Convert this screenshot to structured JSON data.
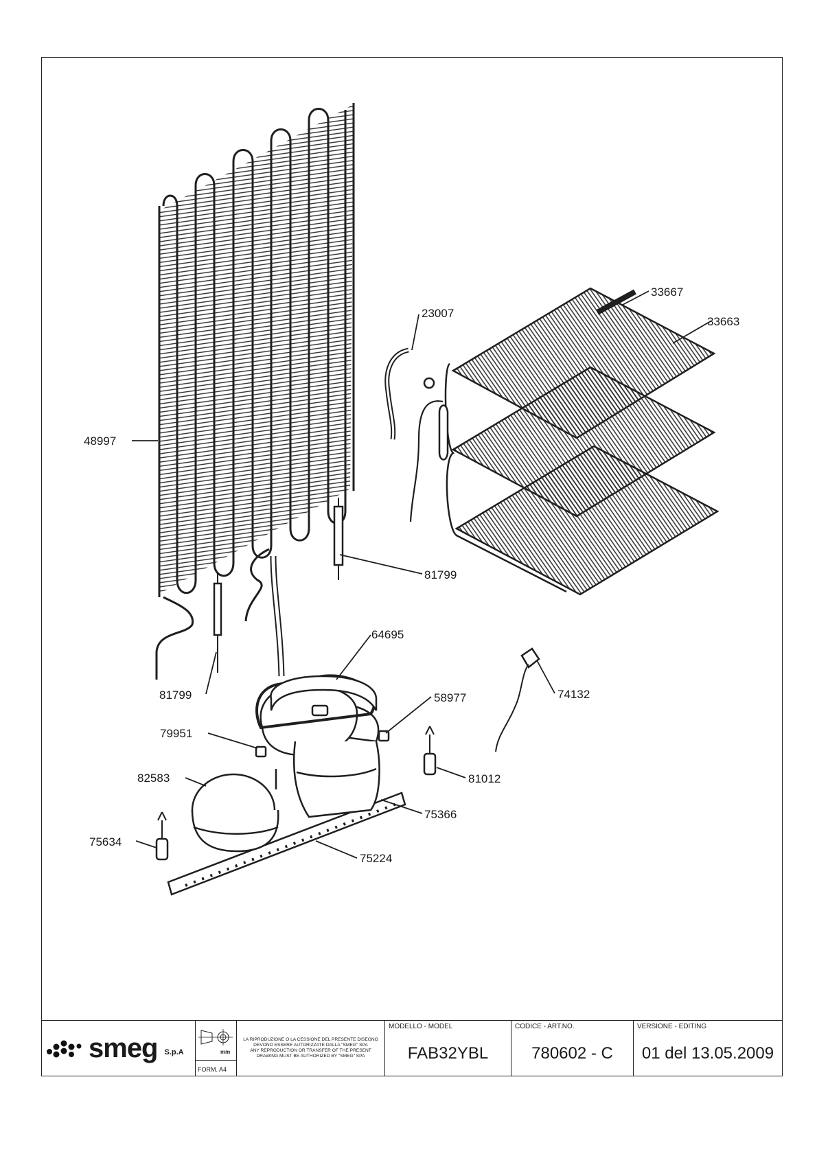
{
  "part_labels": {
    "p48997": "48997",
    "p23007": "23007",
    "p33667": "33667",
    "p33663": "33663",
    "p81799a": "81799",
    "p81799b": "81799",
    "p64695": "64695",
    "p58977": "58977",
    "p74132": "74132",
    "p79951": "79951",
    "p82583": "82583",
    "p81012": "81012",
    "p75366": "75366",
    "p75634": "75634",
    "p75224": "75224"
  },
  "title_block": {
    "brand": "smeg",
    "brand_suffix": "S.p.A",
    "format": "FORM. A4",
    "unit_symbol": "mm",
    "legal_it": "LA RIPRODUZIONE O LA CESSIONE DEL PRESENTE DISEGNO DEVONO ESSERE AUTORIZZATE DALLA \"SMEG\" SPA",
    "legal_en": "ANY REPRODUCTION OR TRANSFER OF THE PRESENT DRAWING MUST BE AUTHORIZED BY \"SMEG\" SPA",
    "model_header": "MODELLO - MODEL",
    "model_value": "FAB32YBL",
    "code_header": "CODICE - ART.NO.",
    "code_value": "780602 - C",
    "version_header": "VERSIONE - EDITING",
    "version_value": "01 del 13.05.2009"
  }
}
